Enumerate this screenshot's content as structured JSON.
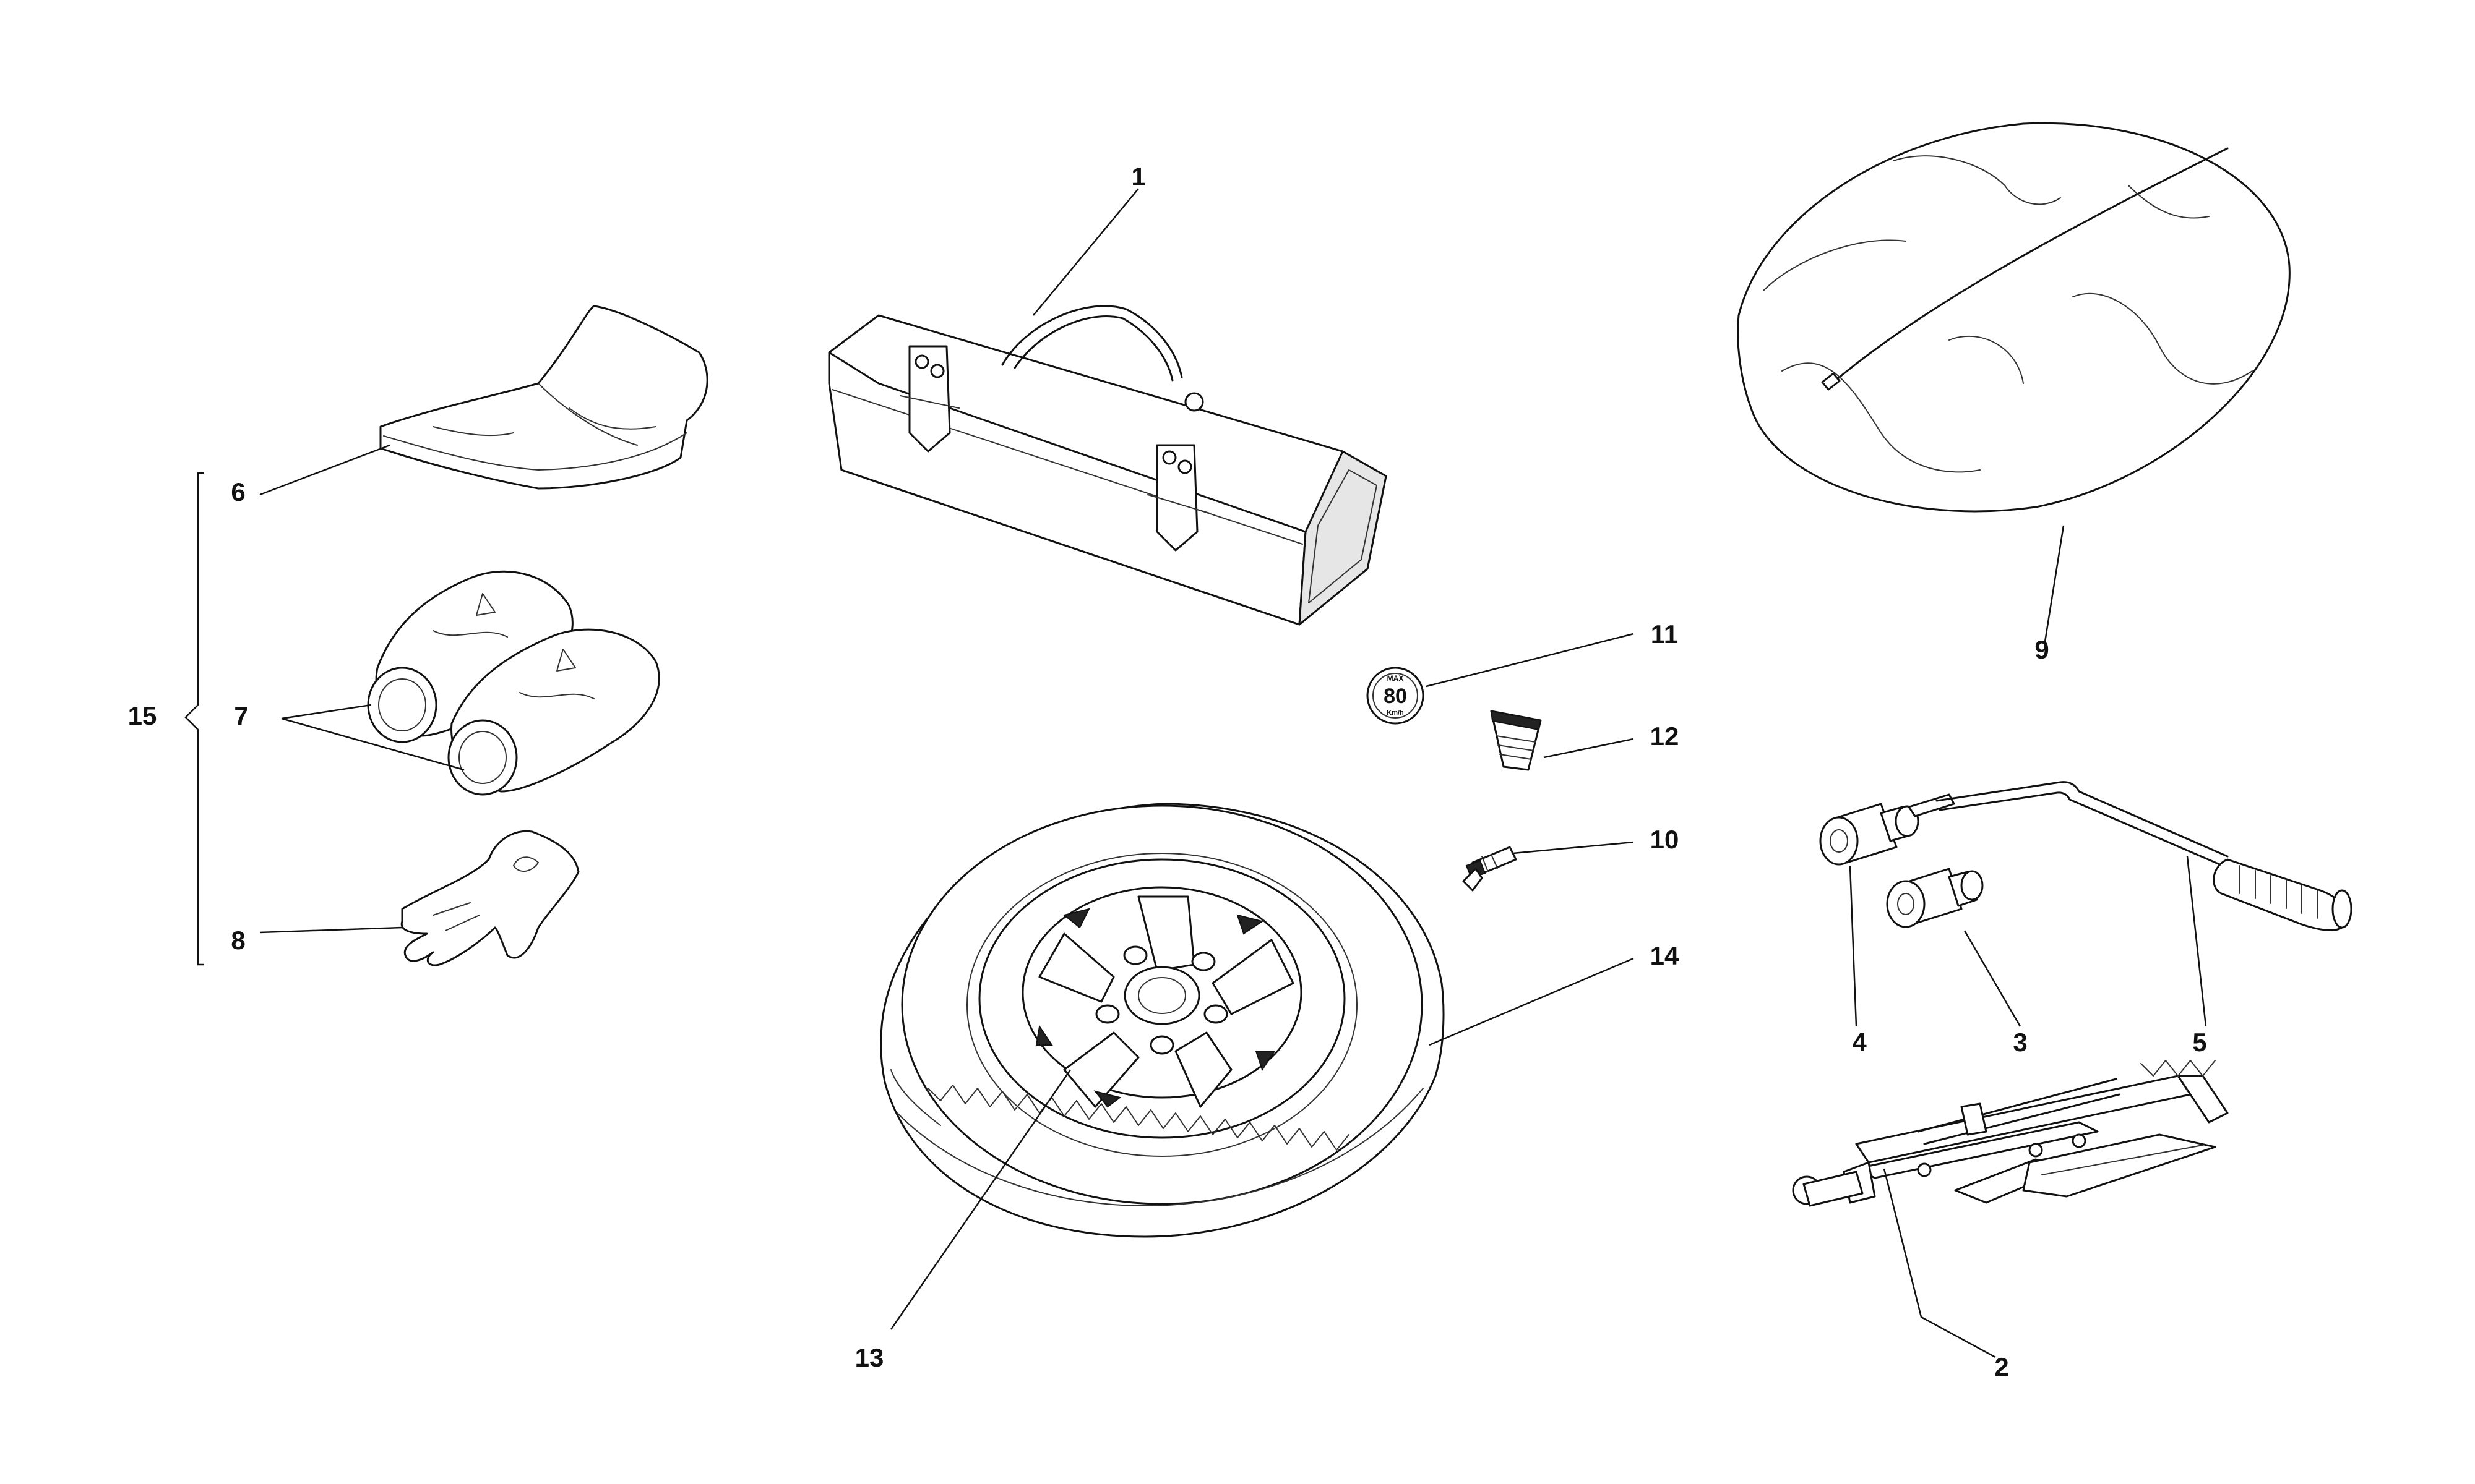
{
  "callouts": {
    "c1": "1",
    "c2": "2",
    "c3": "3",
    "c4": "4",
    "c5": "5",
    "c6": "6",
    "c7": "7",
    "c8": "8",
    "c9": "9",
    "c10": "10",
    "c11": "11",
    "c12": "12",
    "c13": "13",
    "c14": "14",
    "c15": "15"
  },
  "speed_sign": {
    "top": "MAX",
    "value": "80",
    "unit": "Km/h"
  }
}
